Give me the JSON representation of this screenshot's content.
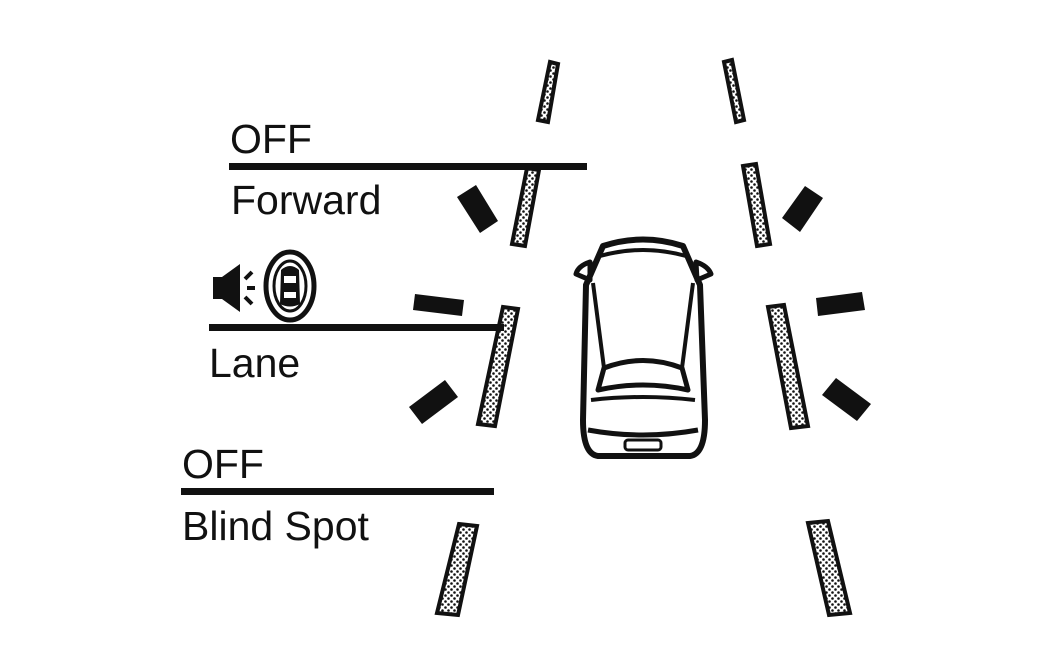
{
  "labels": {
    "forward_state": "OFF",
    "forward": "Forward",
    "lane": "Lane",
    "blind_spot_state": "OFF",
    "blind_spot": "Blind Spot"
  },
  "icons": [
    "speaker-icon",
    "lane-alert-car-icon",
    "vehicle-top-view-icon"
  ],
  "colors": {
    "ink": "#111111",
    "background": "#ffffff"
  }
}
